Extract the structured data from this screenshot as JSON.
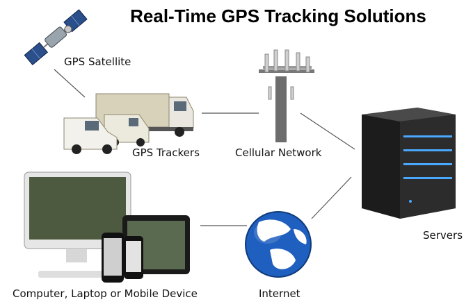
{
  "title": "Real-Time GPS Tracking Solutions",
  "nodes": {
    "satellite": "GPS Satellite",
    "trackers": "GPS Trackers",
    "cellular": "Cellular Network",
    "servers": "Servers",
    "internet": "Internet",
    "devices": "Computer, Laptop or Mobile Device"
  },
  "colors": {
    "line": "#555555",
    "globe_blue": "#1f5fbf",
    "server_led": "#4aa8ff"
  },
  "icons": [
    "satellite-icon",
    "truck-icon",
    "van-icon",
    "cell-tower-icon",
    "server-icon",
    "globe-icon",
    "monitor-icon",
    "tablet-icon",
    "phone-icon"
  ]
}
